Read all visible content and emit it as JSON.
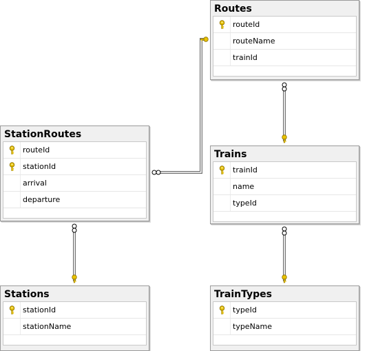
{
  "tables": {
    "routes": {
      "name": "Routes",
      "columns": [
        {
          "name": "routeId",
          "key": true
        },
        {
          "name": "routeName",
          "key": false
        },
        {
          "name": "trainId",
          "key": false
        }
      ]
    },
    "stationroutes": {
      "name": "StationRoutes",
      "columns": [
        {
          "name": "routeId",
          "key": true
        },
        {
          "name": "stationId",
          "key": true
        },
        {
          "name": "arrival",
          "key": false
        },
        {
          "name": "departure",
          "key": false
        }
      ]
    },
    "trains": {
      "name": "Trains",
      "columns": [
        {
          "name": "trainId",
          "key": true
        },
        {
          "name": "name",
          "key": false
        },
        {
          "name": "typeId",
          "key": false
        }
      ]
    },
    "stations": {
      "name": "Stations",
      "columns": [
        {
          "name": "stationId",
          "key": true
        },
        {
          "name": "stationName",
          "key": false
        }
      ]
    },
    "traintypes": {
      "name": "TrainTypes",
      "columns": [
        {
          "name": "typeId",
          "key": true
        },
        {
          "name": "typeName",
          "key": false
        }
      ]
    }
  },
  "relationships": [
    {
      "from": "stationroutes",
      "to": "routes",
      "many": "StationRoutes",
      "one": "Routes"
    },
    {
      "from": "routes",
      "to": "trains",
      "many": "Routes",
      "one": "Trains"
    },
    {
      "from": "stationroutes",
      "to": "stations",
      "many": "StationRoutes",
      "one": "Stations"
    },
    {
      "from": "trains",
      "to": "traintypes",
      "many": "Trains",
      "one": "TrainTypes"
    }
  ],
  "colors": {
    "key_icon": "#e8c200",
    "connector": "#707070",
    "table_border": "#9a9a9a",
    "table_background": "#f0f0f0"
  },
  "icons": {
    "primary_key": "key-icon",
    "one_end": "key-icon",
    "many_end": "infinity-icon"
  }
}
